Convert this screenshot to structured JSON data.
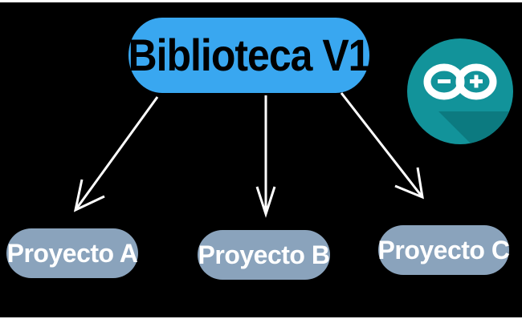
{
  "diagram": {
    "root": {
      "label": "Biblioteca V1",
      "color": "#39a7f0"
    },
    "children": [
      {
        "label": "Proyecto A",
        "color": "#8aa3bc"
      },
      {
        "label": "Proyecto B",
        "color": "#8aa3bc"
      },
      {
        "label": "Proyecto C",
        "color": "#8aa3bc"
      }
    ],
    "logo": {
      "icon": "arduino-icon",
      "background_color": "#12939a"
    },
    "background_color": "#000000"
  }
}
